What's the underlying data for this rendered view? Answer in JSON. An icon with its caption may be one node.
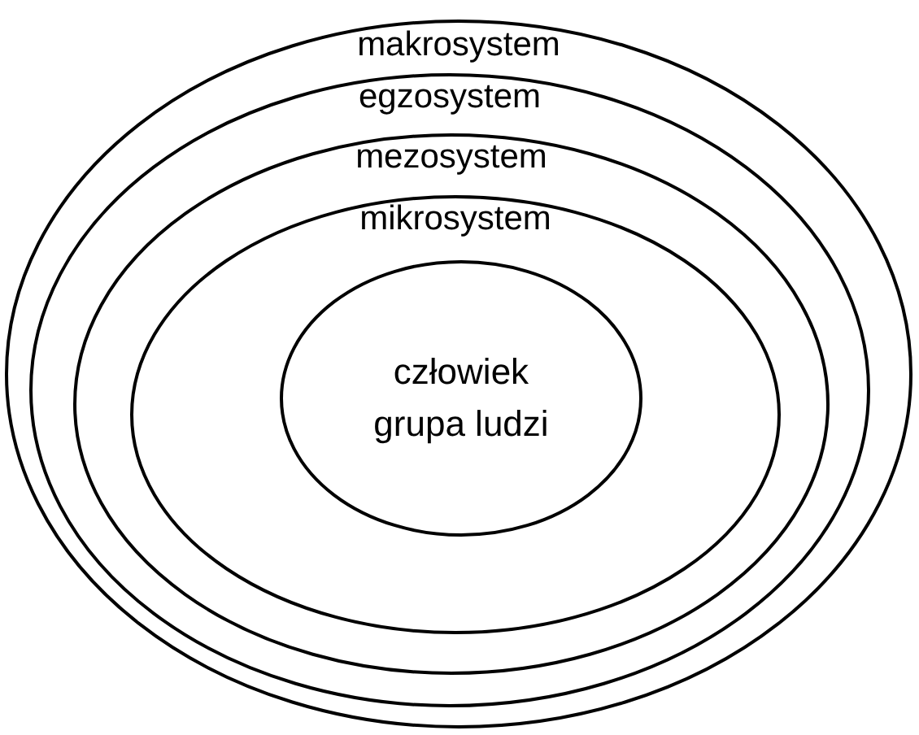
{
  "diagram": {
    "nodes": [
      {
        "text": [
          "makrosystem"
        ]
      },
      {
        "text": [
          "egzosystem"
        ],
        "in": 0
      },
      {
        "text": [
          "mezosystem"
        ],
        "in": 1
      },
      {
        "text": [
          "mikrosystem"
        ],
        "in": 2
      },
      {
        "text": [
          "człowiek grupa ludzi"
        ],
        "in": 3
      }
    ],
    "edges": []
  }
}
